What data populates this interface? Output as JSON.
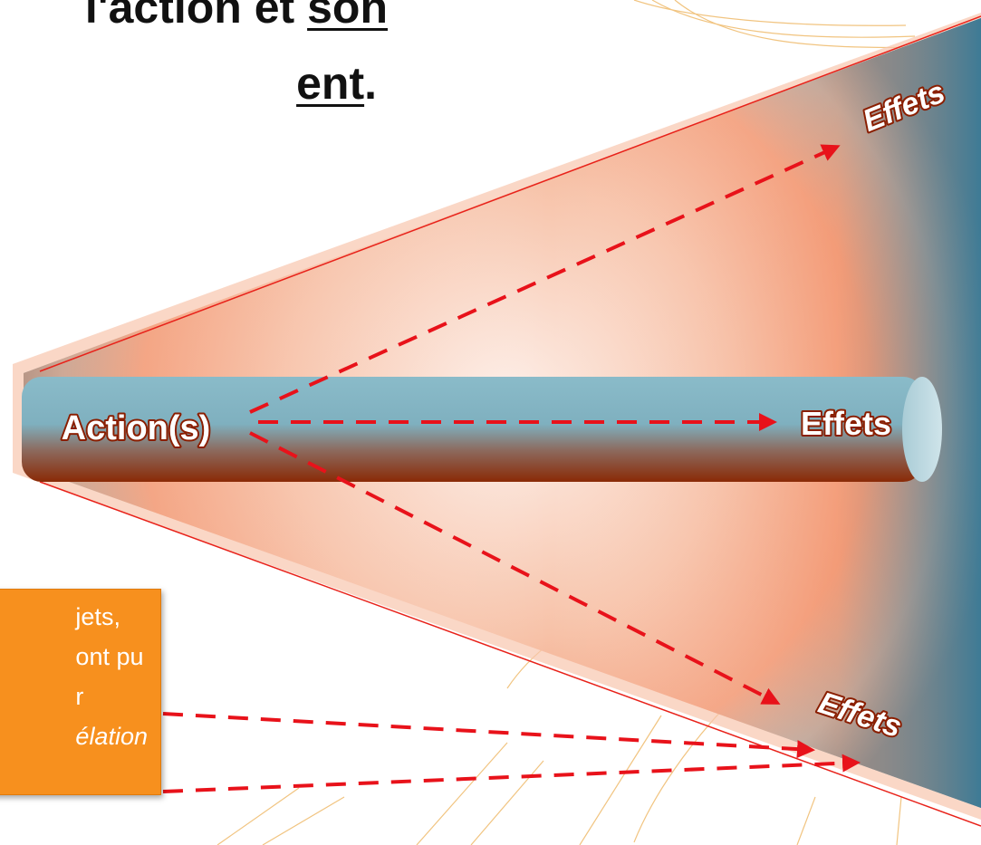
{
  "title": {
    "line1_prefix": "l'action et ",
    "line1_underlined": "son",
    "line2_underlined": "ent",
    "line2_suffix": "."
  },
  "diagram": {
    "source_label": "Action(s)",
    "effect_labels": [
      "Effets",
      "Effets",
      "Effets"
    ]
  },
  "note": {
    "lines": [
      "jets,",
      "ont pu",
      "r",
      "élation"
    ]
  },
  "colors": {
    "cone_core": "#fbe7dc",
    "cone_mid": "#f4a37e",
    "cone_edge": "#4f8ea6",
    "arrow": "#e8121a",
    "cylinder": "#7fb2c2",
    "note_bg": "#f7901e",
    "decor_lines": "#f1c480"
  }
}
